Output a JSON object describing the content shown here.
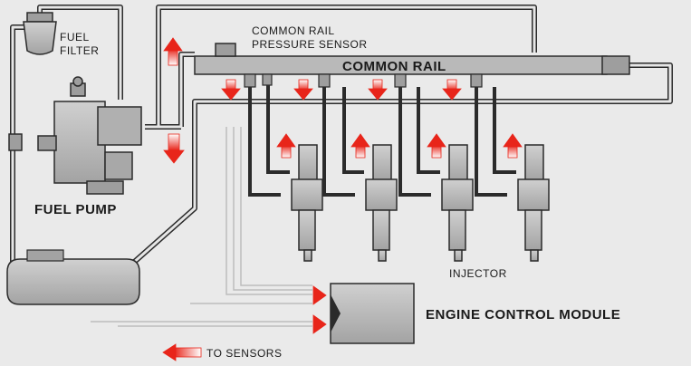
{
  "labels": {
    "fuel_filter_line1": "FUEL",
    "fuel_filter_line2": "FILTER",
    "sensor_line1": "COMMON RAIL",
    "sensor_line2": "PRESSURE SENSOR",
    "common_rail": "COMMON RAIL",
    "fuel_pump": "FUEL PUMP",
    "injector": "INJECTOR",
    "ecm": "ENGINE CONTROL MODULE",
    "to_sensors": "TO SENSORS"
  },
  "colors": {
    "background": "#eaeaea",
    "component": "#b9b9b9",
    "outline": "#2b2b2b",
    "arrow": "#e8251a"
  }
}
